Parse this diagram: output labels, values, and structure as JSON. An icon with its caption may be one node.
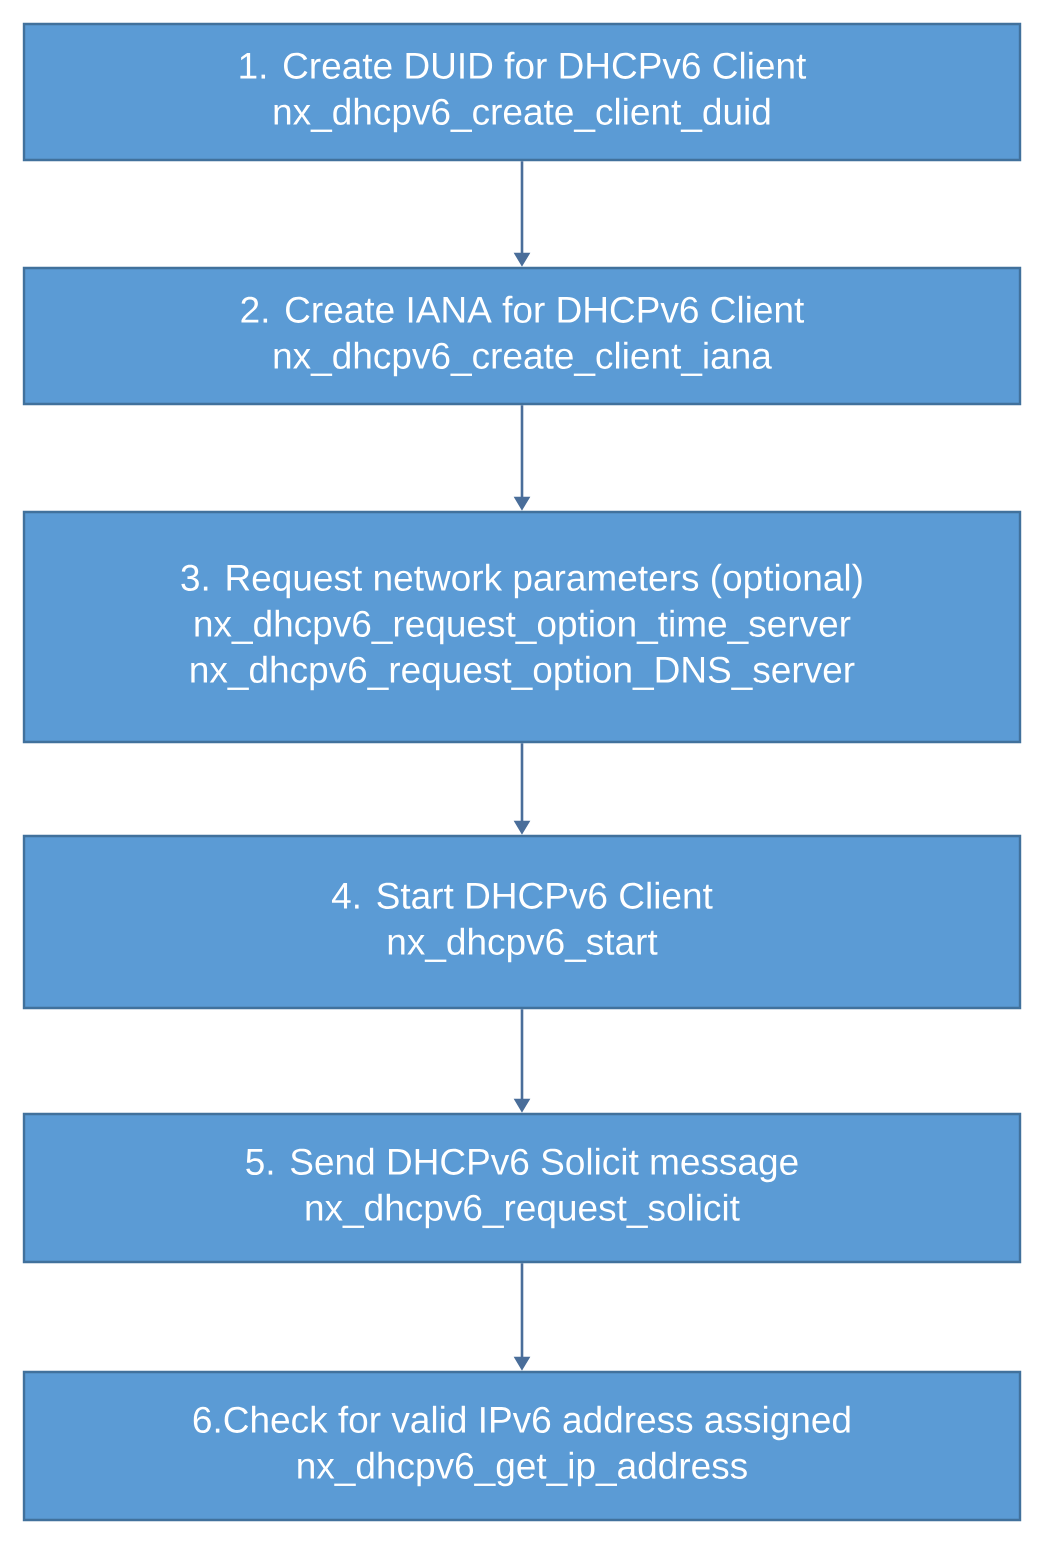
{
  "diagram": {
    "nodes": [
      {
        "text": [
          "1.   Create DUID for DHCPv6 Client",
          "nx_dhcpv6_create_client_duid"
        ]
      },
      {
        "text": [
          "2. Create IANA for DHCPv6 Client",
          "nx_dhcpv6_create_client_iana"
        ]
      },
      {
        "text": [
          "3. Request network parameters (optional)",
          "nx_dhcpv6_request_option_time_server",
          "nx_dhcpv6_request_option_DNS_server"
        ]
      },
      {
        "text": [
          "4. Start DHCPv6 Client",
          "nx_dhcpv6_start"
        ]
      },
      {
        "text": [
          "5. Send DHCPv6 Solicit message",
          "nx_dhcpv6_request_solicit"
        ]
      },
      {
        "text": [
          "6.Check for valid IPv6 address assigned",
          "nx_dhcpv6_get_ip_address"
        ]
      }
    ],
    "edges": [
      {
        "from": 0,
        "to": 1,
        "arrow": "to"
      },
      {
        "from": 1,
        "to": 2,
        "arrow": "to"
      },
      {
        "from": 2,
        "to": 3,
        "arrow": "to"
      },
      {
        "from": 3,
        "to": 4,
        "arrow": "to"
      },
      {
        "from": 4,
        "to": 5,
        "arrow": "to"
      }
    ]
  }
}
